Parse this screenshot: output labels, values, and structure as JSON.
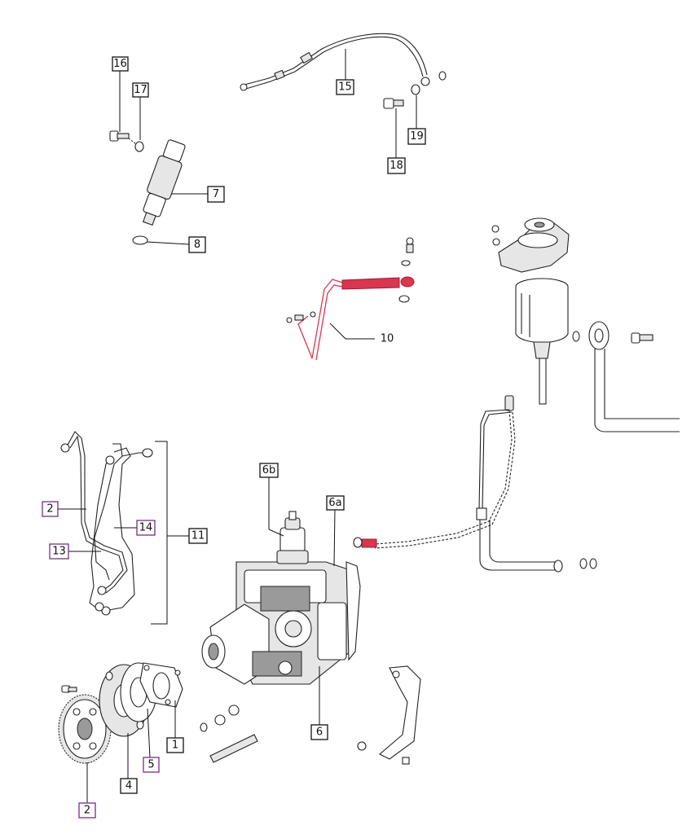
{
  "callouts": [
    {
      "id": "c16",
      "text": "16",
      "style": "boxed"
    },
    {
      "id": "c17",
      "text": "17",
      "style": "boxed"
    },
    {
      "id": "c15",
      "text": "15",
      "style": "boxed"
    },
    {
      "id": "c19",
      "text": "19",
      "style": "boxed"
    },
    {
      "id": "c18",
      "text": "18",
      "style": "boxed"
    },
    {
      "id": "c7",
      "text": "7",
      "style": "boxed"
    },
    {
      "id": "c8",
      "text": "8",
      "style": "boxed"
    },
    {
      "id": "c10",
      "text": "10",
      "style": "plain"
    },
    {
      "id": "c2a",
      "text": "2",
      "style": "purple"
    },
    {
      "id": "c14",
      "text": "14",
      "style": "purple"
    },
    {
      "id": "c11",
      "text": "11",
      "style": "boxed"
    },
    {
      "id": "c13",
      "text": "13",
      "style": "purple"
    },
    {
      "id": "c6b",
      "text": "6b",
      "style": "boxed"
    },
    {
      "id": "c6a",
      "text": "6a",
      "style": "boxed"
    },
    {
      "id": "c6",
      "text": "6",
      "style": "boxed"
    },
    {
      "id": "c1",
      "text": "1",
      "style": "boxed"
    },
    {
      "id": "c5",
      "text": "5",
      "style": "purple"
    },
    {
      "id": "c4",
      "text": "4",
      "style": "boxed"
    },
    {
      "id": "c2b",
      "text": "2",
      "style": "purple"
    }
  ],
  "colors": {
    "line": "#111111",
    "highlight": "#d9364f",
    "purple_callout": "#7a2d86"
  }
}
